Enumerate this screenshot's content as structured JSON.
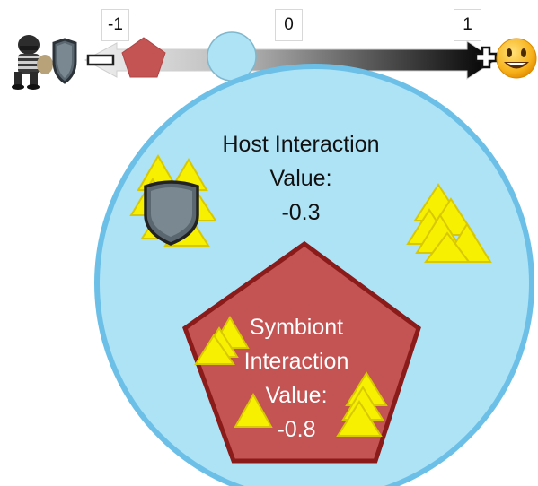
{
  "scale": {
    "ticks": [
      {
        "label": "-1",
        "value": -1
      },
      {
        "label": "0",
        "value": 0
      },
      {
        "label": "1",
        "value": 1
      }
    ],
    "negative_symbol": "minus",
    "positive_symbol": "plus",
    "negative_end_icon": "burglar-icon",
    "positive_end_icon": "smiley-face-icon"
  },
  "host": {
    "label_line1": "Host Interaction",
    "label_line2": "Value:",
    "value": "-0.3",
    "color": "#aee3f6",
    "border_color": "#6cc0e8"
  },
  "symbiont": {
    "label_line1": "Symbiont",
    "label_line2": "Interaction",
    "label_line3": "Value:",
    "value": "-0.8",
    "color": "#c45353",
    "border_color": "#8b1a1a"
  },
  "colors": {
    "triangle": "#f7f000",
    "triangle_stroke": "#d8c800",
    "shield": "#5a6670"
  }
}
